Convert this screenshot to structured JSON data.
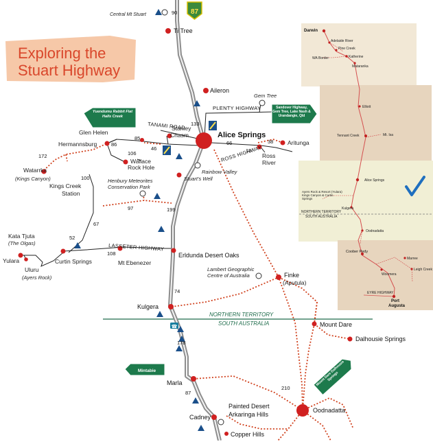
{
  "title": {
    "line1": "Exploring the",
    "line2": "Stuart Highway"
  },
  "routes": {
    "highway_top": "87",
    "national_90": "90"
  },
  "roads": {
    "tanami": "TANAMI ROAD",
    "plenty": "PLENTY HIGHWAY",
    "ross": "ROSS HIGHWAY",
    "lasseter": "LASSETER HIGHWAY"
  },
  "signs": {
    "yuendumu": "Yuendumu Rabbit Flat Halls Creek",
    "sandover": "Sandover Highway, Gem Tree, Lake Nash & Urandangie, Qld",
    "mintabie": "Mintabie",
    "mount_dare": "Mount Dare Dalhousie Springs"
  },
  "places": {
    "central_mt_stuart": "Central Mt Stuart",
    "ti_tree": "Ti Tree",
    "aileron": "Aileron",
    "gem_tree": "Gem Tree",
    "alice_springs": "Alice Springs",
    "glen_helen": "Glen Helen",
    "stanley_chasm": "Stanley Chasm",
    "hermannsburg": "Hermannsburg",
    "wallace_rock_hole": "Wallace Rock Hole",
    "aritunga": "Aritunga",
    "ross_river": "Ross River",
    "rainbow_valley": "Rainbow Valley",
    "stuarts_well": "Stuart's Well",
    "watarrka": "Watarrka",
    "kings_canyon": "(Kings Canyon)",
    "kings_creek_station": "Kings Creek Station",
    "henbury": "Henbury Meteorites Conservation Park",
    "kata_tjuta": "Kata Tjuta",
    "the_olgas": "(The Olgas)",
    "yulara": "Yulara",
    "uluru": "Uluru",
    "ayers_rock": "(Ayers Rock)",
    "curtin_springs": "Curtin Springs",
    "mt_ebenezer": "Mt Ebenezer",
    "erldunda": "Erldunda Desert Oaks",
    "lambert": "Lambert Geographic Centre of Australia",
    "finke": "Finke",
    "aputula": "(Aputula)",
    "kulgera": "Kulgera",
    "mount_dare": "Mount Dare",
    "dalhousie_springs": "Dalhousie Springs",
    "marla": "Marla",
    "oodnadatta": "Oodnadatta",
    "painted_desert": "Painted Desert",
    "arkaringa_hills": "Arkaringa Hills",
    "cadney": "Cadney",
    "copper_hills": "Copper Hills"
  },
  "borders": {
    "nt": "NORTHERN TERRITORY",
    "sa": "SOUTH AUSTRALIA"
  },
  "distances": {
    "d90": "90",
    "d133": "133",
    "d66": "66",
    "d38": "38",
    "d19": "19",
    "d85": "85",
    "d86": "86",
    "d46": "46",
    "d106": "106",
    "d172": "172",
    "d100": "100",
    "d97": "97",
    "d199": "199",
    "d67": "67",
    "d52": "52",
    "d108": "108",
    "d74": "74",
    "d178": "178",
    "d87": "87",
    "d210": "210"
  },
  "inset": {
    "darwin": "Darwin",
    "adelaide_river": "Adelaide River",
    "pine_creek": "Pine Creek",
    "wa_border": "WA Border",
    "katherine": "Katherine",
    "mataranka": "Mataranka",
    "elliott": "Elliott",
    "tennant_creek": "Tennant Creek",
    "mt_isa": "Mt. Isa",
    "alice_springs": "Alice Springs",
    "ayers_rock_resort": "Ayers Rock & Resort (Yulara) Kings Canyon & Curtin Springs",
    "kulgera": "Kulgera",
    "nt": "NORTHERN TERRITORY",
    "sa": "SOUTH AUSTRALIA",
    "oodnadatta": "Oodnadatta",
    "coober_pedy": "Coober Pedy",
    "marree": "Marree",
    "leigh_creek": "Leigh Creek",
    "woomera": "Woomera",
    "eyre_highway": "EYRE HIGHWAY",
    "port_augusta_1": "Port",
    "port_augusta_2": "Augusta"
  },
  "colors": {
    "title_bg": "#f6c8a8",
    "title_text": "#d9472b",
    "highway": "#8d8d8d",
    "town": "#d02020",
    "dirt_road": "#d0401c",
    "sign_green": "#1d7a4c",
    "border_line": "#1d6b4a",
    "inset_beige": "#f2e8d6",
    "inset_tan": "#e7d5be",
    "inset_pale_yellow": "#f1efd5",
    "check": "#1f6fbf"
  }
}
